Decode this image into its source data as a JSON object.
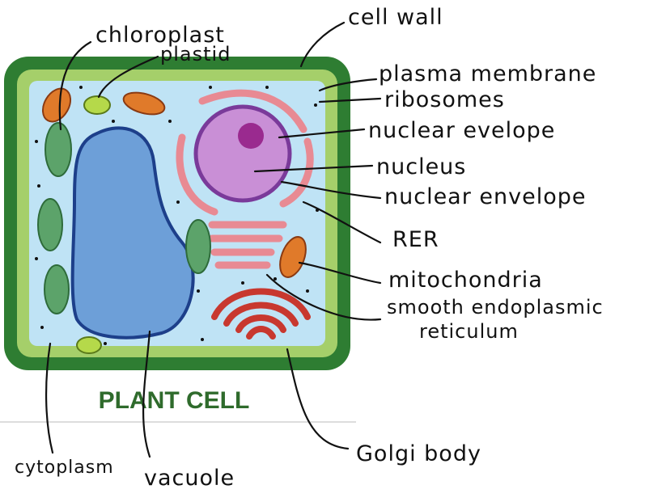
{
  "diagram": {
    "title": "PLANT CELL",
    "labels": {
      "chloroplast": "chloroplast",
      "plastid": "plastid",
      "cell_wall": "cell wall",
      "plasma_membrane": "plasma membrane",
      "ribosomes": "ribosomes",
      "nuclear_evelope": "nuclear evelope",
      "nucleus": "nucleus",
      "nuclear_envelope": "nuclear envelope",
      "rer": "RER",
      "mitochondria": "mitochondria",
      "ser_1": "smooth endoplasmic",
      "ser_2": "reticulum",
      "golgi": "Golgi body",
      "vacuole": "vacuole",
      "cytoplasm": "cytoplasm"
    },
    "colors": {
      "cell_wall": "#2e7d32",
      "membrane": "#a5cf6a",
      "cytoplasm": "#bfe3f5",
      "vacuole": "#6d9fd8",
      "nucleus": "#c98fd6",
      "nucleolus": "#9a2a8f",
      "rer": "#e88a93",
      "golgi": "#c8382f",
      "mitochondria": "#e07a2a",
      "chloroplast": "#5ca36a"
    }
  }
}
